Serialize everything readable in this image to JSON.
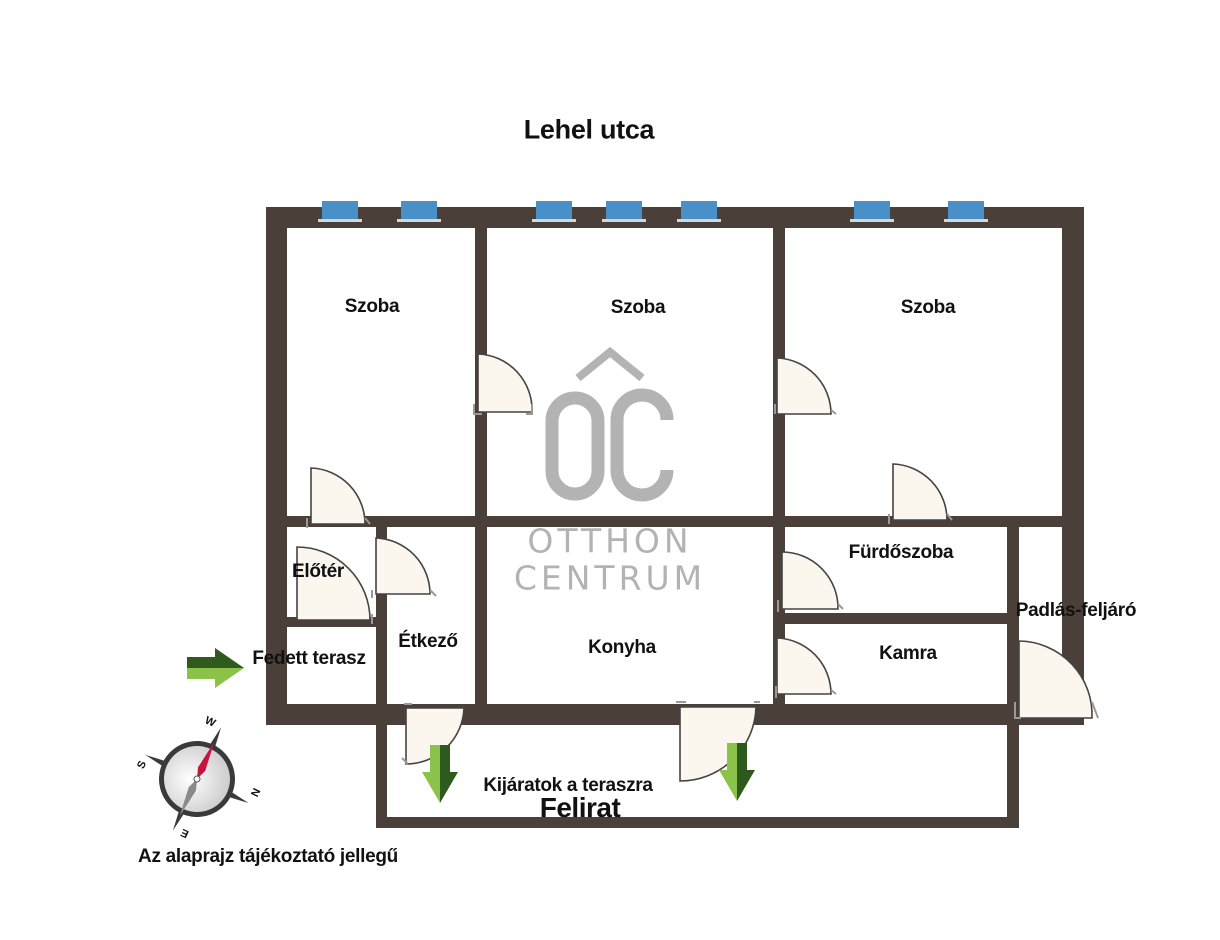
{
  "street_label": "Lehel utca",
  "rooms": {
    "szoba_1": "Szoba",
    "szoba_2": "Szoba",
    "szoba_3": "Szoba",
    "eloter": "Előtér",
    "etkezo": "Étkező",
    "konyha": "Konyha",
    "furdoszoba": "Fürdőszoba",
    "kamra": "Kamra",
    "padlas": "Padlás-feljáró",
    "fedett_terasz": "Fedett terasz",
    "kijaratok": "Kijáratok a teraszra"
  },
  "caption": "Felirat",
  "disclaimer": "Az alaprajz tájékoztató jellegű",
  "watermark": {
    "mark": "OC",
    "line1": "OTTHON",
    "line2": "CENTRUM"
  },
  "compass": {
    "n": "N",
    "s": "S",
    "e": "E",
    "w": "W"
  },
  "colors": {
    "wall": "#4a3f39",
    "window": "#4a90c8",
    "door_fill": "#fbf6ee",
    "arrow_dark": "#2f5a1e",
    "arrow_light": "#8bc34a",
    "watermark": "#b3b3b3",
    "needle": "#c8143c"
  }
}
